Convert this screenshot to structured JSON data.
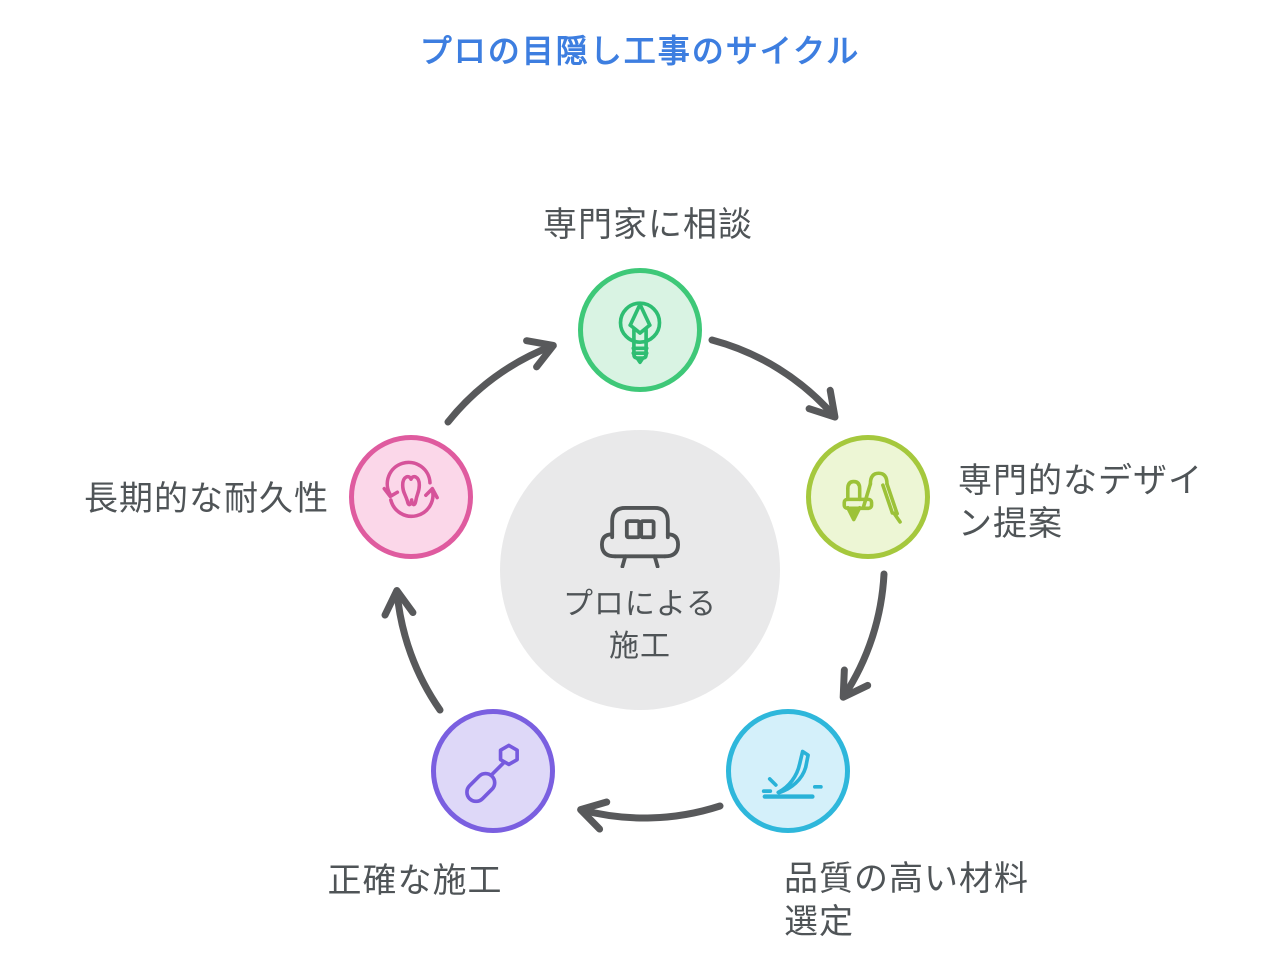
{
  "title": {
    "text": "プロの目隠し工事のサイクル",
    "color": "#3d7ee0"
  },
  "labels": {
    "color": "#4f5457"
  },
  "arrows": {
    "color": "#58595b"
  },
  "center": {
    "label_lines": [
      "プロによる",
      "施工"
    ],
    "icon": "sofa-icon",
    "bg": "#e9e9ea",
    "icon_color": "#515456",
    "text_color": "#4f5457"
  },
  "nodes": [
    {
      "id": "consult-expert",
      "label_lines": [
        "専門家に相談",
        ""
      ],
      "icon": "pencil-bulb-icon",
      "border": "#3ec878",
      "fill": "#d9f3e3",
      "icon_color": "#2ebd72"
    },
    {
      "id": "design-proposal",
      "label_lines": [
        "専門的なデザイ",
        "ン提案"
      ],
      "icon": "drafting-compass-icon",
      "border": "#a5c83d",
      "fill": "#edf6d5",
      "icon_color": "#9cc238"
    },
    {
      "id": "material-selection",
      "label_lines": [
        "品質の高い材料",
        "選定"
      ],
      "icon": "utility-knife-icon",
      "border": "#2eb7db",
      "fill": "#d4f0fa",
      "icon_color": "#29b2d8"
    },
    {
      "id": "accurate-construction",
      "label_lines": [
        "正確な施工",
        ""
      ],
      "icon": "screwdriver-icon",
      "border": "#7a5fe0",
      "fill": "#ded8f8",
      "icon_color": "#765ade"
    },
    {
      "id": "long-term-durability",
      "label_lines": [
        "長期的な耐久性",
        ""
      ],
      "icon": "tooth-cycle-icon",
      "border": "#df5b9f",
      "fill": "#fbd7e9",
      "icon_color": "#d6539a"
    }
  ]
}
